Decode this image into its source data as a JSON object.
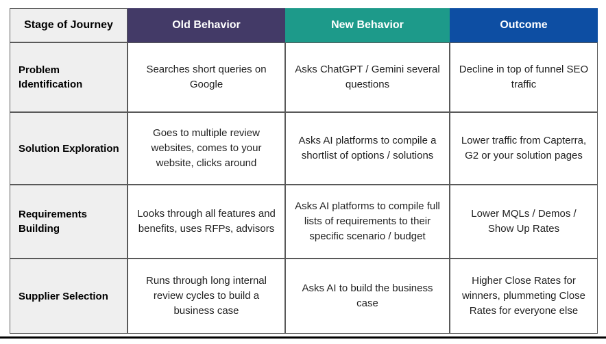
{
  "table": {
    "columns": [
      {
        "label": "Stage of Journey",
        "bg": "#efefef",
        "text_color": "#000000"
      },
      {
        "label": "Old Behavior",
        "bg": "#433a67",
        "text_color": "#ffffff"
      },
      {
        "label": "New Behavior",
        "bg": "#1d9a8a",
        "text_color": "#ffffff"
      },
      {
        "label": "Outcome",
        "bg": "#0d4ea3",
        "text_color": "#ffffff"
      }
    ],
    "rows": [
      {
        "stage": "Problem Identification",
        "old_behavior": "Searches short queries on Google",
        "new_behavior": "Asks ChatGPT / Gemini several questions",
        "outcome": "Decline in top of funnel SEO traffic"
      },
      {
        "stage": "Solution Exploration",
        "old_behavior": "Goes to multiple review websites, comes to your website, clicks around",
        "new_behavior": "Asks AI platforms to compile a shortlist of options / solutions",
        "outcome": "Lower traffic from Capterra, G2 or your solution pages"
      },
      {
        "stage": "Requirements Building",
        "old_behavior": "Looks through all features and benefits, uses RFPs, advisors",
        "new_behavior": "Asks AI platforms to compile full lists of requirements to their specific scenario / budget",
        "outcome": "Lower MQLs / Demos / Show Up Rates"
      },
      {
        "stage": "Supplier Selection",
        "old_behavior": "Runs through long internal review cycles to build a business case",
        "new_behavior": "Asks AI to build the business case",
        "outcome": "Higher Close Rates for winners, plummeting Close Rates for everyone else"
      }
    ],
    "border_color": "#595959",
    "row_label_bg": "#efefef",
    "divider_color": "#000000"
  }
}
